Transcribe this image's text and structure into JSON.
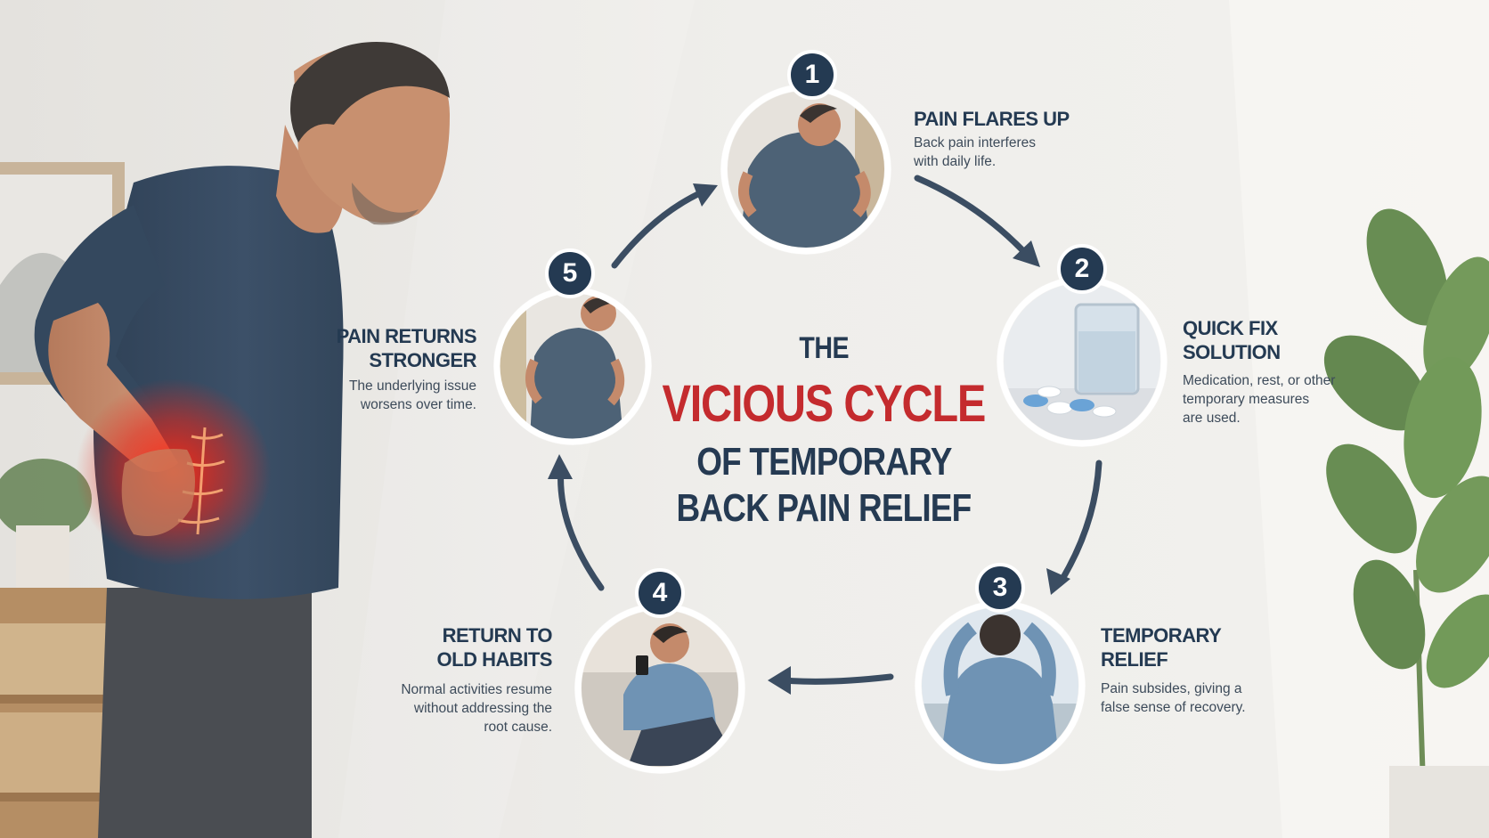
{
  "title": {
    "line1": "THE",
    "line2": "VICIOUS CYCLE",
    "line3": "OF TEMPORARY",
    "line4": "BACK PAIN RELIEF"
  },
  "steps": [
    {
      "number": "1",
      "title_lines": [
        "PAIN FLARES UP"
      ],
      "description_lines": [
        "Back pain interferes",
        "with daily life."
      ]
    },
    {
      "number": "2",
      "title_lines": [
        "QUICK FIX",
        "SOLUTION"
      ],
      "description_lines": [
        "Medication, rest, or other",
        "temporary measures",
        "are used."
      ]
    },
    {
      "number": "3",
      "title_lines": [
        "TEMPORARY",
        "RELIEF"
      ],
      "description_lines": [
        "Pain subsides, giving a",
        "false sense of recovery."
      ]
    },
    {
      "number": "4",
      "title_lines": [
        "RETURN TO",
        "OLD HABITS"
      ],
      "description_lines": [
        "Normal activities resume",
        "without addressing the",
        "root cause."
      ]
    },
    {
      "number": "5",
      "title_lines": [
        "PAIN RETURNS",
        "STRONGER"
      ],
      "description_lines": [
        "The underlying issue",
        "worsens over time."
      ]
    }
  ],
  "colors": {
    "navy": "#243a52",
    "accent_red": "#c42b2e",
    "arrow": "#3b4d62",
    "background": "#ecebe8"
  },
  "icons": [
    "cycle-arrow-icon",
    "step-number-badge"
  ]
}
